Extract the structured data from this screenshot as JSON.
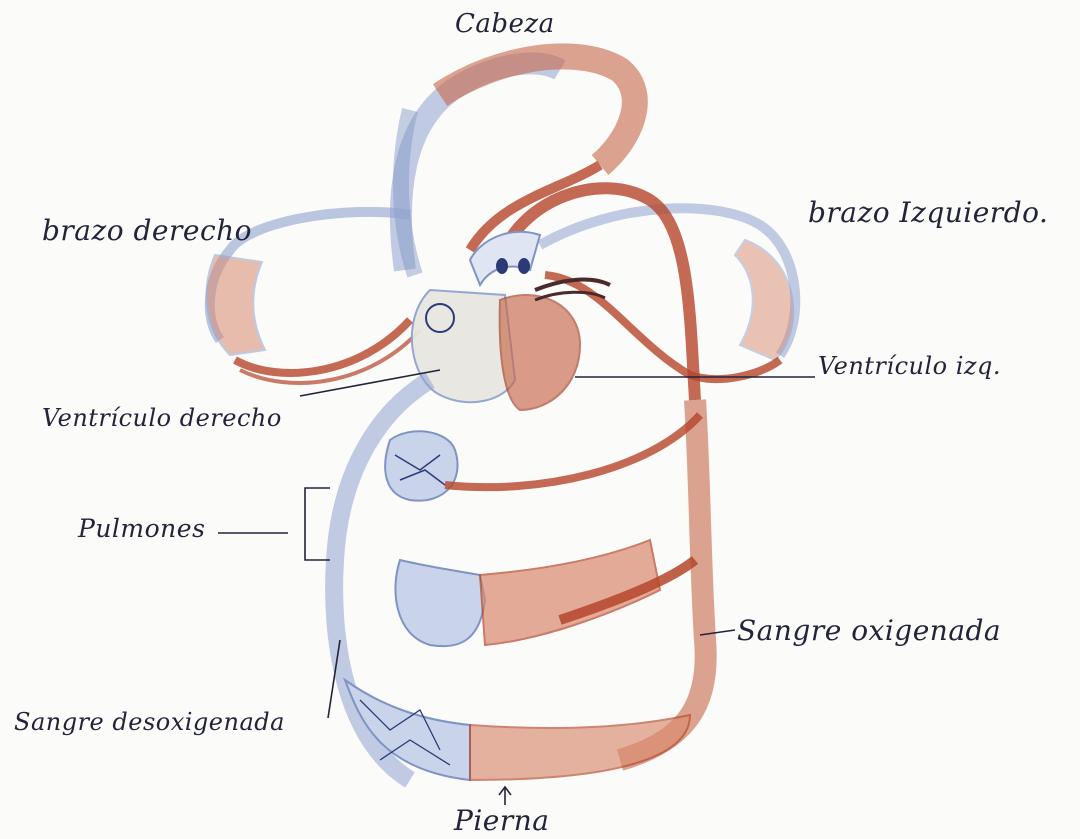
{
  "labels": {
    "cabeza": "Cabeza",
    "brazo_derecho": "brazo derecho",
    "brazo_izquierdo": "brazo Izquierdo.",
    "ventriculo_izq": "Ventrículo izq.",
    "ventriculo_derecho": "Ventrículo derecho",
    "pulmones": "Pulmones",
    "sangre_oxigenada": "Sangre oxigenada",
    "sangre_desoxigenada": "Sangre desoxigenada",
    "pierna": "Pierna"
  },
  "colors": {
    "oxygenated": "#b5452a",
    "oxygenated_light": "#d98a6e",
    "deoxygenated": "#7f94c4",
    "deoxygenated_light": "#c9d4ea",
    "ink": "#23243a"
  }
}
